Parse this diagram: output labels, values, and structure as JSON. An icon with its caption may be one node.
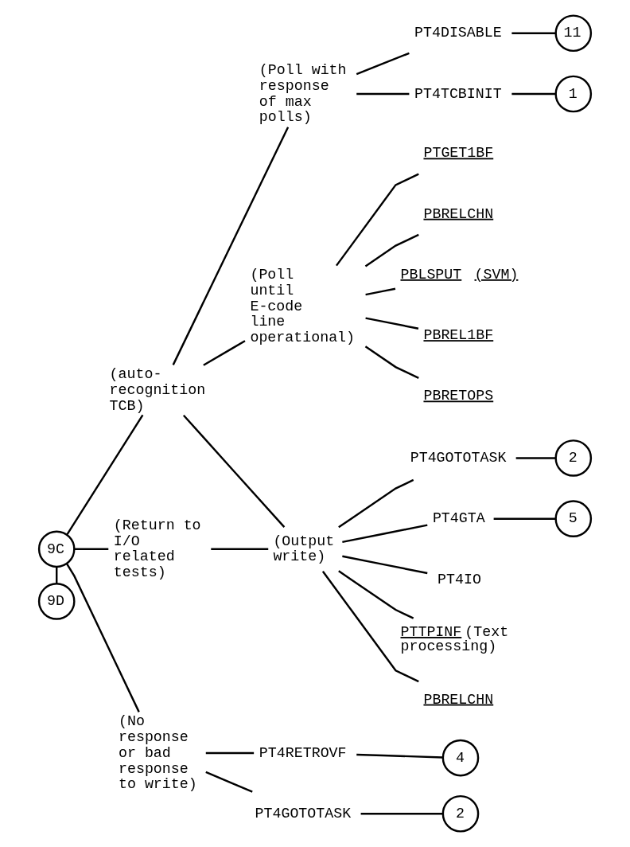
{
  "diagram": {
    "nodes": [
      {
        "text": [
          "9C"
        ]
      },
      {
        "text": [
          "(auto-recognition TCB)"
        ]
      },
      {
        "text": [
          "(Poll with response of max polls)"
        ]
      },
      {
        "text": [
          "PT4DISABLE"
        ]
      },
      {
        "text": [
          "11"
        ]
      },
      {
        "text": [
          "PT4TCBINIT"
        ]
      },
      {
        "text": [
          "1"
        ]
      },
      {
        "text": [
          "(Poll until E-code line operational)"
        ]
      },
      {
        "text": [
          "PTGET1BF"
        ]
      },
      {
        "text": [
          "PBRELCHN"
        ]
      },
      {
        "text": [
          "PBLSPUT (SVM)"
        ]
      },
      {
        "text": [
          "PBREL1BF"
        ]
      },
      {
        "text": [
          "PBRETOPS"
        ]
      },
      {
        "text": [
          "(Return to I/O related tests)"
        ]
      },
      {
        "text": [
          "(Output write)"
        ]
      },
      {
        "text": [
          "PT4GOTOTASK"
        ]
      },
      {
        "text": [
          "2"
        ]
      },
      {
        "text": [
          "PT4GTA"
        ]
      },
      {
        "text": [
          "5"
        ]
      },
      {
        "text": [
          "PT4IO"
        ]
      },
      {
        "text": [
          "PTTPINF (Text processing)"
        ]
      },
      {
        "text": [
          "PBRELCHN"
        ]
      },
      {
        "text": [
          "(No response or bad response to write)"
        ]
      },
      {
        "text": [
          "PT4RETROVF"
        ]
      },
      {
        "text": [
          "4"
        ]
      },
      {
        "text": [
          "PT4GOTOTASK"
        ]
      },
      {
        "text": [
          "2"
        ]
      },
      {
        "text": [
          "9D"
        ]
      }
    ],
    "edges": [
      {
        "from": 0,
        "to": 27,
        "arrow": "none"
      },
      {
        "from": 0,
        "to": 1,
        "arrow": "none"
      },
      {
        "from": 0,
        "to": 13,
        "arrow": "none"
      },
      {
        "from": 0,
        "to": 22,
        "arrow": "none"
      },
      {
        "from": 1,
        "to": 2,
        "arrow": "none"
      },
      {
        "from": 1,
        "to": 7,
        "arrow": "none"
      },
      {
        "from": 1,
        "to": 14,
        "arrow": "none"
      },
      {
        "from": 13,
        "to": 14,
        "arrow": "none"
      },
      {
        "from": 2,
        "to": 3,
        "arrow": "none"
      },
      {
        "from": 2,
        "to": 5,
        "arrow": "none"
      },
      {
        "from": 3,
        "to": 4,
        "arrow": "none"
      },
      {
        "from": 5,
        "to": 6,
        "arrow": "none"
      },
      {
        "from": 7,
        "to": 8,
        "arrow": "none"
      },
      {
        "from": 7,
        "to": 9,
        "arrow": "none"
      },
      {
        "from": 7,
        "to": 10,
        "arrow": "none"
      },
      {
        "from": 7,
        "to": 11,
        "arrow": "none"
      },
      {
        "from": 7,
        "to": 12,
        "arrow": "none"
      },
      {
        "from": 14,
        "to": 15,
        "arrow": "none"
      },
      {
        "from": 14,
        "to": 17,
        "arrow": "none"
      },
      {
        "from": 14,
        "to": 19,
        "arrow": "none"
      },
      {
        "from": 14,
        "to": 20,
        "arrow": "none"
      },
      {
        "from": 14,
        "to": 21,
        "arrow": "none"
      },
      {
        "from": 15,
        "to": 16,
        "arrow": "none"
      },
      {
        "from": 17,
        "to": 18,
        "arrow": "none"
      },
      {
        "from": 22,
        "to": 23,
        "arrow": "none"
      },
      {
        "from": 22,
        "to": 25,
        "arrow": "none"
      },
      {
        "from": 23,
        "to": 24,
        "arrow": "none"
      },
      {
        "from": 25,
        "to": 26,
        "arrow": "none"
      }
    ]
  }
}
